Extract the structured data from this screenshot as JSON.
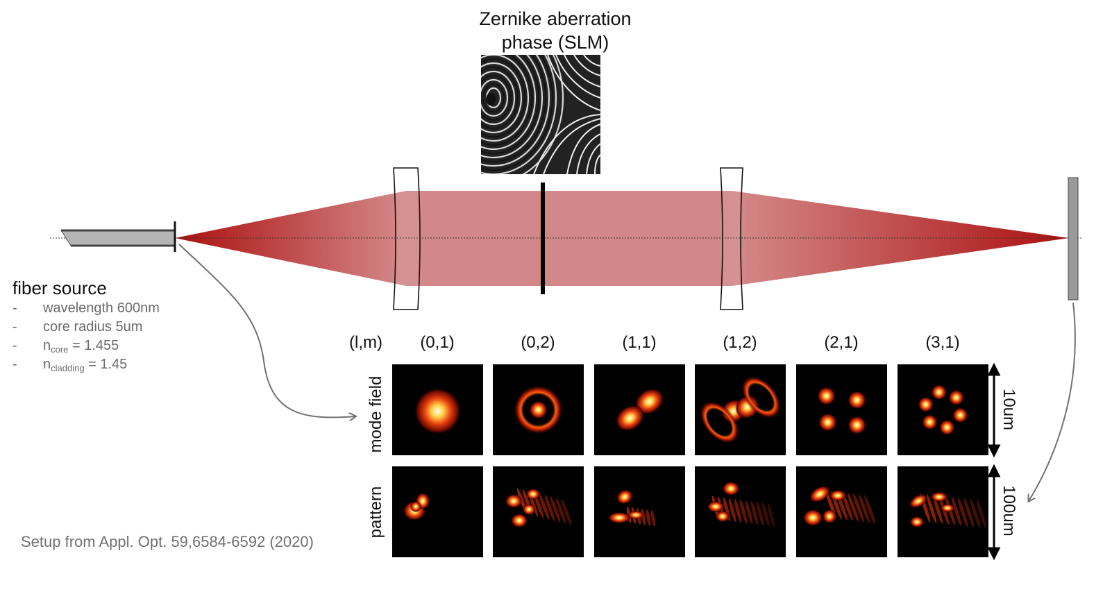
{
  "slm": {
    "title_line1": "Zernike aberration",
    "title_line2": "phase (SLM)"
  },
  "fiber": {
    "title": "fiber source",
    "specs": [
      {
        "dash": "-",
        "main": "wavelength  600nm",
        "sub": "",
        "tail": ""
      },
      {
        "dash": "-",
        "main": "core radius 5um",
        "sub": "",
        "tail": ""
      },
      {
        "dash": "-",
        "main": "n",
        "sub": "core",
        "tail": " = 1.455"
      },
      {
        "dash": "-",
        "main": "n",
        "sub": "cladding",
        "tail": " = 1.45"
      }
    ]
  },
  "modes": {
    "header": "(l,m)",
    "labels": [
      "(0,1)",
      "(0,2)",
      "(1,1)",
      "(1,2)",
      "(2,1)",
      "(3,1)"
    ],
    "row_mode": "mode field",
    "row_pattern": "pattern",
    "scale_mode": "10um",
    "scale_pattern": "100um"
  },
  "citation": "Setup from Appl. Opt. 59,6584-6592 (2020)",
  "colors": {
    "beam_dark": "#b01818",
    "beam_light": "#d28888",
    "axis": "#333333",
    "text_gray": "#6b6b6b"
  }
}
